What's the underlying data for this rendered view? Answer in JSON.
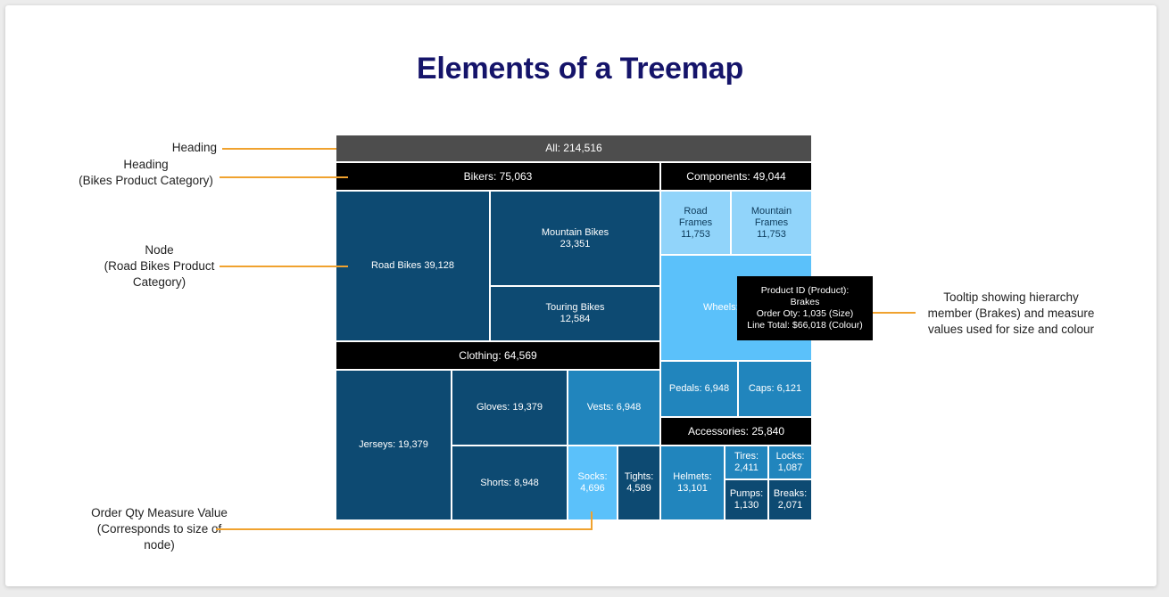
{
  "title": "Elements of a Treemap",
  "tiles": {
    "all": "All: 214,516",
    "bikers": "Bikers: 75,063",
    "components": "Components: 49,044",
    "road_bikes": "Road Bikes 39,128",
    "mountain_bikes": "Mountain Bikes\n23,351",
    "touring_bikes": "Touring Bikes\n12,584",
    "road_frames": "Road\nFrames\n11,753",
    "mountain_frames": "Mountain\nFrames\n11,753",
    "wheels": "Wheels:",
    "clothing": "Clothing: 64,569",
    "pedals": "Pedals: 6,948",
    "caps": "Caps: 6,121",
    "jerseys": "Jerseys: 19,379",
    "gloves": "Gloves: 19,379",
    "vests": "Vests: 6,948",
    "shorts": "Shorts: 8,948",
    "socks": "Socks:\n4,696",
    "tights": "Tights:\n4,589",
    "accessories": "Accessories: 25,840",
    "helmets": "Helmets:\n13,101",
    "tires": "Tires:\n2,411",
    "locks": "Locks:\n1,087",
    "pumps": "Pumps:\n1,130",
    "breaks": "Breaks:\n2,071"
  },
  "tooltip": {
    "line1": "Product ID (Product):",
    "line2": "Brakes",
    "line3": "Order Oty: 1,035 (Size)",
    "line4": "Line Total: $66,018 (Colour)"
  },
  "annotations": {
    "heading": "Heading",
    "heading_bikes": "Heading\n(Bikes Product Category)",
    "node": "Node\n(Road Bikes Product\nCategory)",
    "order_qty": "Order Qty Measure Value\n(Corresponds to size of\nnode)",
    "tooltip_desc": "Tooltip showing hierarchy\nmember (Brakes) and measure\nvalues used for size and colour"
  },
  "colors": {
    "accent_line": "#f0a22e",
    "title": "#15146a",
    "header_all": "#4d4d4d",
    "header": "#000000",
    "dark": "#0d4a72",
    "mid": "#2185bd",
    "light": "#5bc1fa",
    "pale": "#91d4fa"
  }
}
